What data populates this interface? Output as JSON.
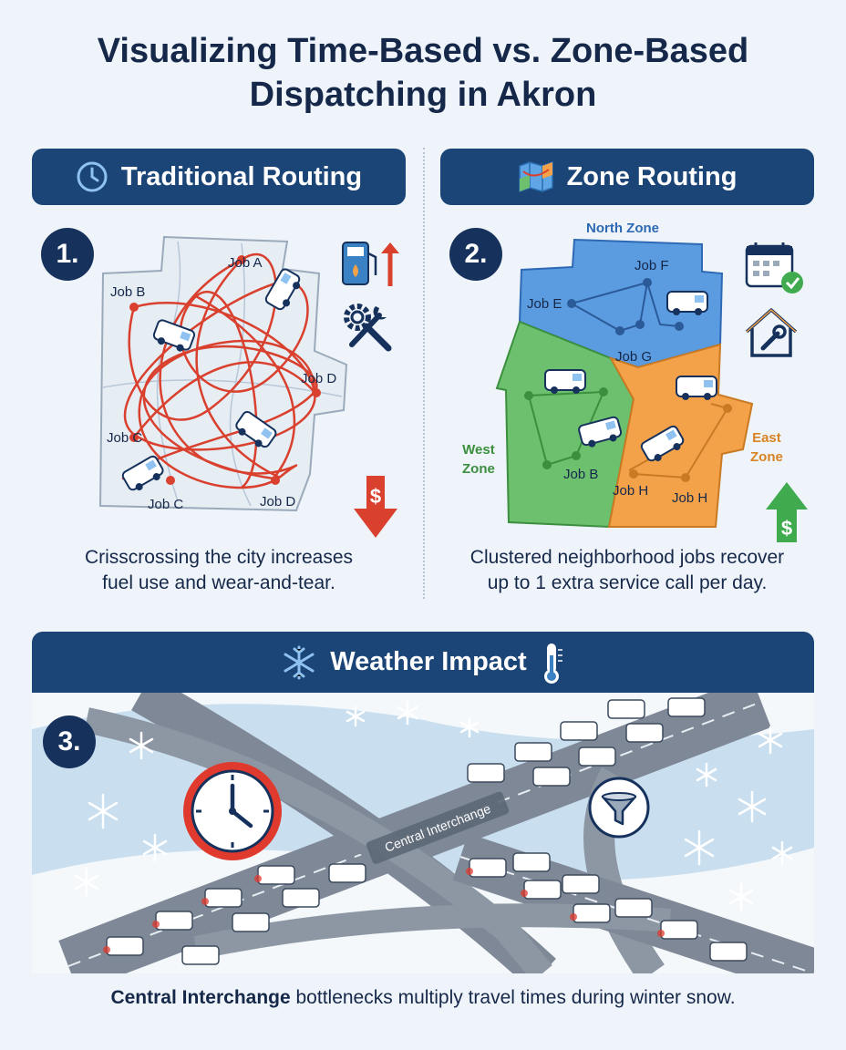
{
  "title_line1": "Visualizing Time-Based vs. Zone-Based",
  "title_line2": "Dispatching in Akron",
  "left": {
    "heading": "Traditional Routing",
    "icon": "clock-icon",
    "step": "1.",
    "jobs": [
      "Job A",
      "Job B",
      "Job C",
      "Job C",
      "Job D",
      "Job D"
    ],
    "caption_line1": "Crisscrossing the city increases",
    "caption_line2": "fuel use and wear-and-tear."
  },
  "right": {
    "heading": "Zone Routing",
    "icon": "map-icon",
    "step": "2.",
    "zones": {
      "north": "North Zone",
      "west_line1": "West",
      "west_line2": "Zone",
      "east_line1": "East",
      "east_line2": "Zone"
    },
    "jobs": [
      "Job F",
      "Job E",
      "Job G",
      "Job B",
      "Job H",
      "Job H"
    ],
    "caption_line1": "Clustered neighborhood jobs recover",
    "caption_line2": "up to 1 extra service call per day."
  },
  "weather": {
    "heading": "Weather Impact",
    "icons": [
      "snowflake-icon",
      "thermometer-icon",
      "clock-icon",
      "funnel-icon"
    ],
    "step": "3.",
    "sign": "Central Interchange"
  },
  "footer": {
    "bold": "Central Interchange",
    "rest": " bottlenecks multiply travel times during winter snow."
  },
  "colors": {
    "navy": "#1b4477",
    "route_red": "#d9402e",
    "north_blue": "#5b9be0",
    "west_green": "#6cc06e",
    "east_orange": "#f4a24a",
    "snow_blue": "#c9dff0"
  }
}
